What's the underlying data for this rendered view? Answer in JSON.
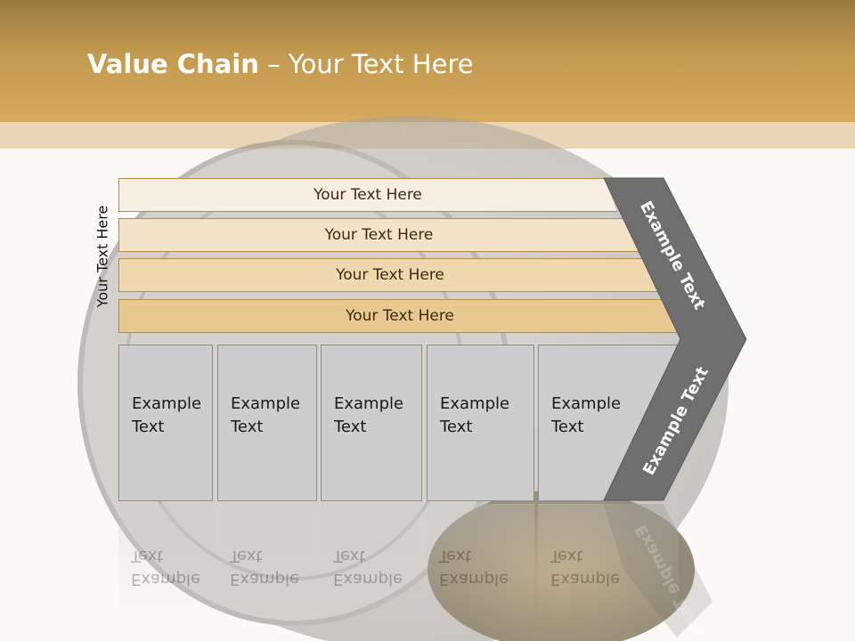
{
  "title": {
    "bold": "Value Chain",
    "rest": " – Your Text Here"
  },
  "vertical_label": "Your Text Here",
  "rows": [
    {
      "label": "Your Text Here"
    },
    {
      "label": "Your Text Here"
    },
    {
      "label": "Your Text Here"
    },
    {
      "label": "Your Text Here"
    }
  ],
  "boxes": [
    {
      "line1": "Example",
      "line2": "Text"
    },
    {
      "line1": "Example",
      "line2": "Text"
    },
    {
      "line1": "Example",
      "line2": "Text"
    },
    {
      "line1": "Example",
      "line2": "Text"
    },
    {
      "line1": "Example",
      "line2": "Text"
    }
  ],
  "chevron": {
    "upper": "Example Text",
    "lower": "Example Text"
  },
  "colors": {
    "header": "#c39a4f",
    "chevron": "#6f6f6f",
    "box": "#cdcdcd"
  }
}
